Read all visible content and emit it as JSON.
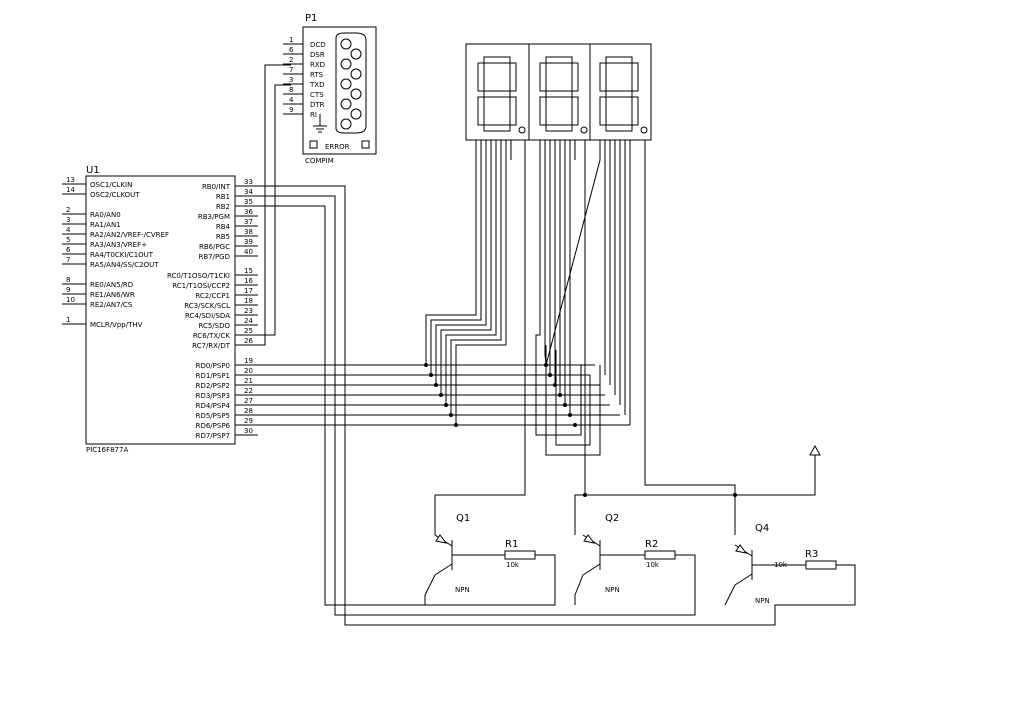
{
  "u1": {
    "ref": "U1",
    "part": "PIC16F877A",
    "left_pins": [
      {
        "num": "13",
        "name": "OSC1/CLKIN"
      },
      {
        "num": "14",
        "name": "OSC2/CLKOUT"
      },
      {
        "num": "2",
        "name": "RA0/AN0"
      },
      {
        "num": "3",
        "name": "RA1/AN1"
      },
      {
        "num": "4",
        "name": "RA2/AN2/VREF-/CVREF"
      },
      {
        "num": "5",
        "name": "RA3/AN3/VREF+"
      },
      {
        "num": "6",
        "name": "RA4/T0CKI/C1OUT"
      },
      {
        "num": "7",
        "name": "RA5/AN4/SS/C2OUT"
      },
      {
        "num": "8",
        "name": "RE0/AN5/RD"
      },
      {
        "num": "9",
        "name": "RE1/AN6/WR"
      },
      {
        "num": "10",
        "name": "RE2/AN7/CS"
      },
      {
        "num": "1",
        "name": "MCLR/Vpp/THV"
      }
    ],
    "right_pins": [
      {
        "num": "33",
        "name": "RB0/INT"
      },
      {
        "num": "34",
        "name": "RB1"
      },
      {
        "num": "35",
        "name": "RB2"
      },
      {
        "num": "36",
        "name": "RB3/PGM"
      },
      {
        "num": "37",
        "name": "RB4"
      },
      {
        "num": "38",
        "name": "RB5"
      },
      {
        "num": "39",
        "name": "RB6/PGC"
      },
      {
        "num": "40",
        "name": "RB7/PGD"
      },
      {
        "num": "15",
        "name": "RC0/T1OSO/T1CKI"
      },
      {
        "num": "16",
        "name": "RC1/T1OSI/CCP2"
      },
      {
        "num": "17",
        "name": "RC2/CCP1"
      },
      {
        "num": "18",
        "name": "RC3/SCK/SCL"
      },
      {
        "num": "23",
        "name": "RC4/SDI/SDA"
      },
      {
        "num": "24",
        "name": "RC5/SDO"
      },
      {
        "num": "25",
        "name": "RC6/TX/CK"
      },
      {
        "num": "26",
        "name": "RC7/RX/DT"
      },
      {
        "num": "19",
        "name": "RD0/PSP0"
      },
      {
        "num": "20",
        "name": "RD1/PSP1"
      },
      {
        "num": "21",
        "name": "RD2/PSP2"
      },
      {
        "num": "22",
        "name": "RD3/PSP3"
      },
      {
        "num": "27",
        "name": "RD4/PSP4"
      },
      {
        "num": "28",
        "name": "RD5/PSP5"
      },
      {
        "num": "29",
        "name": "RD6/PSP6"
      },
      {
        "num": "30",
        "name": "RD7/PSP7"
      }
    ]
  },
  "p1": {
    "ref": "P1",
    "part": "COMPIM",
    "status": "ERROR",
    "pins": [
      {
        "num": "1",
        "name": "DCD"
      },
      {
        "num": "6",
        "name": "DSR"
      },
      {
        "num": "2",
        "name": "RXD"
      },
      {
        "num": "7",
        "name": "RTS"
      },
      {
        "num": "3",
        "name": "TXD"
      },
      {
        "num": "8",
        "name": "CTS"
      },
      {
        "num": "4",
        "name": "DTR"
      },
      {
        "num": "9",
        "name": "RI"
      }
    ]
  },
  "transistors": [
    {
      "ref": "Q1",
      "type": "NPN"
    },
    {
      "ref": "Q2",
      "type": "NPN"
    },
    {
      "ref": "Q4",
      "type": "NPN"
    }
  ],
  "resistors": [
    {
      "ref": "R1",
      "value": "10k"
    },
    {
      "ref": "R2",
      "value": "10k"
    },
    {
      "ref": "R3",
      "value": "10k"
    }
  ],
  "displays": [
    {
      "digit": "8"
    },
    {
      "digit": "8"
    },
    {
      "digit": "8"
    }
  ]
}
